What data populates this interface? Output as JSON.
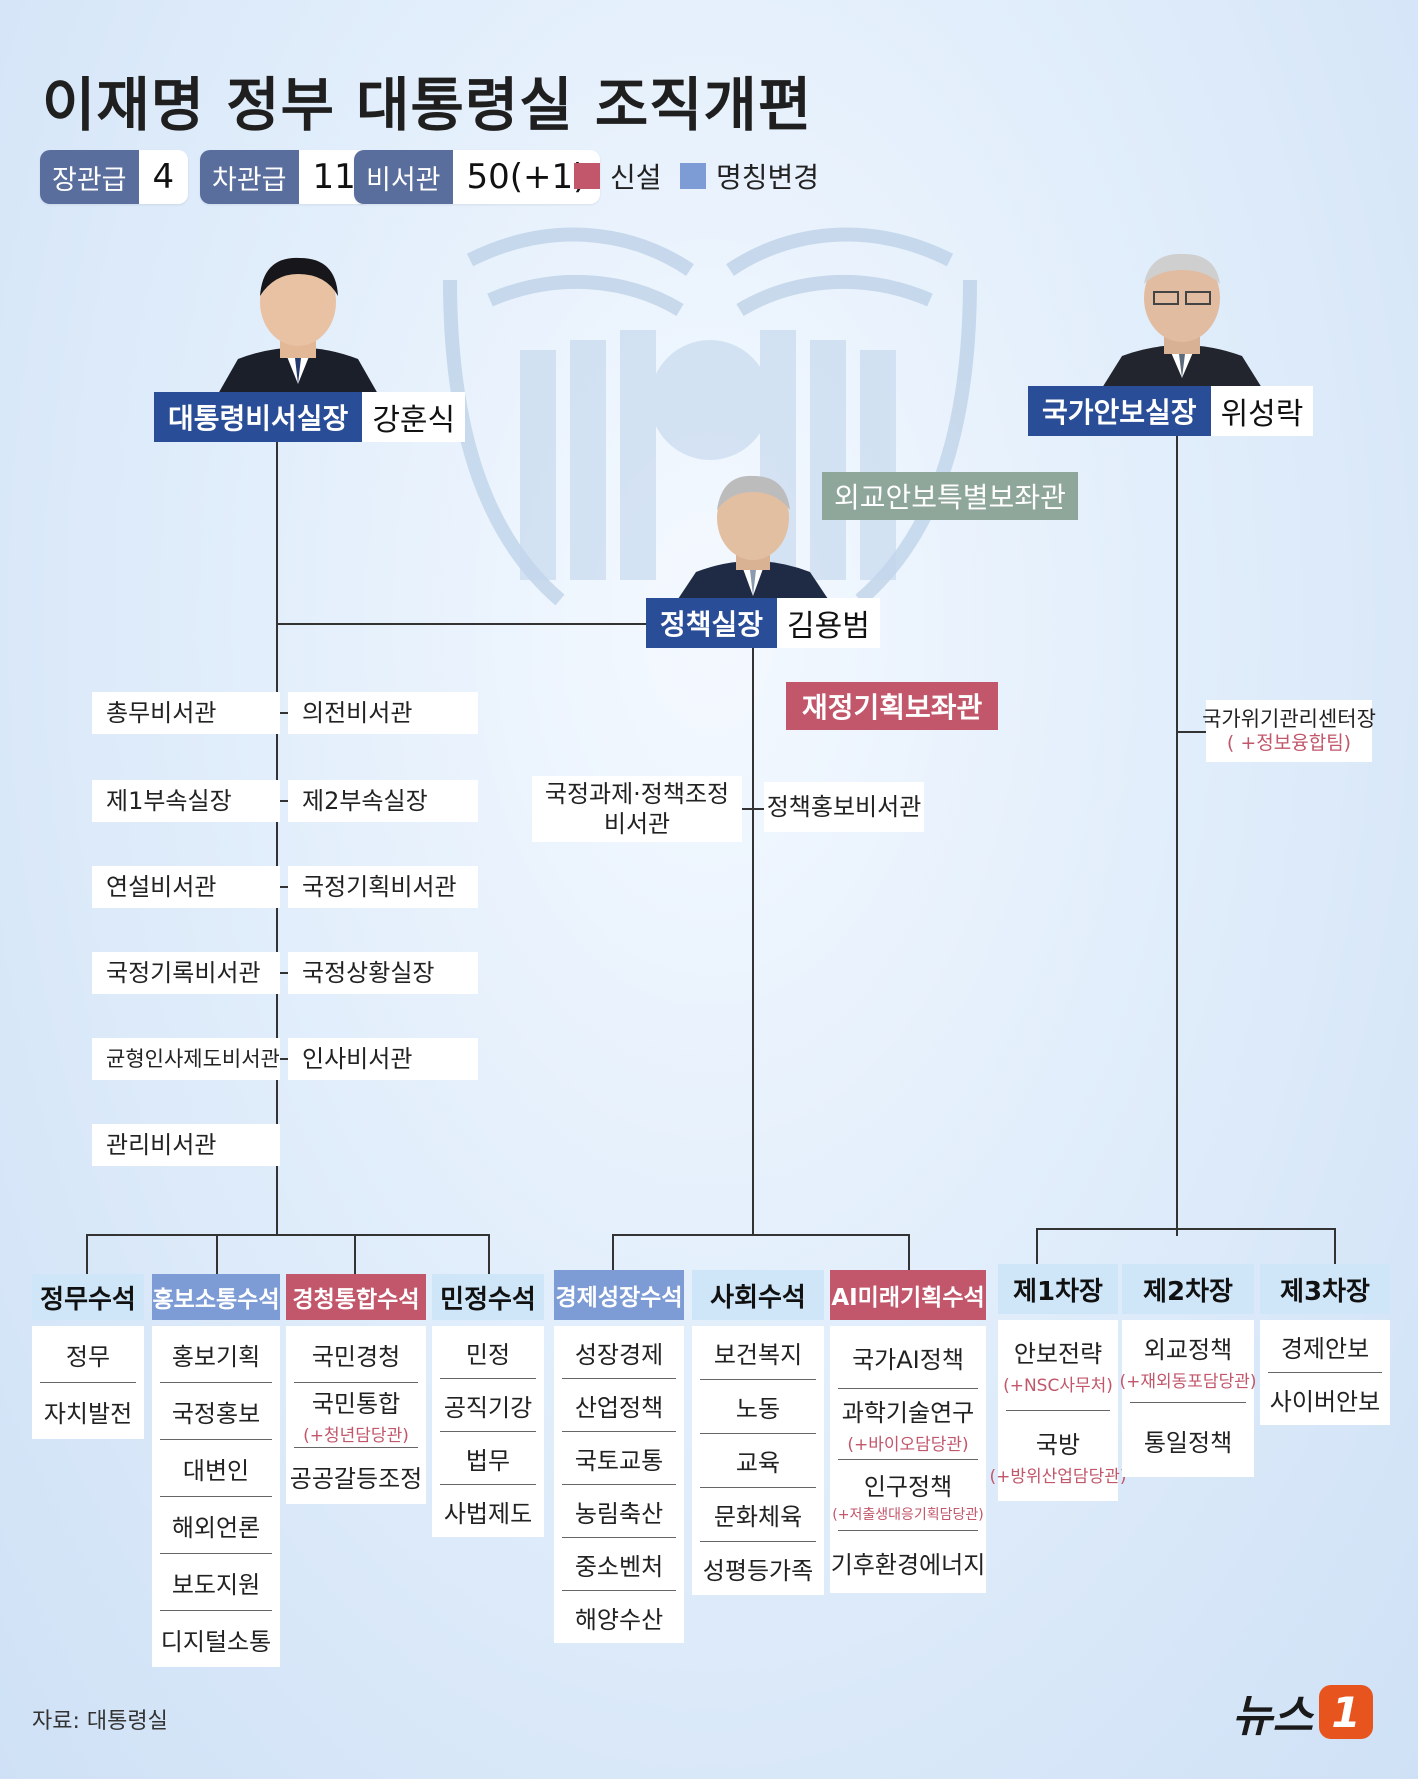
{
  "title": "이재명 정부 대통령실 조직개편",
  "stats": [
    {
      "label": "장관급",
      "value": "4"
    },
    {
      "label": "차관급",
      "value": "11"
    },
    {
      "label": "비서관",
      "value": "50(+1)"
    }
  ],
  "legend": [
    {
      "label": "신설",
      "color": "#c2566a"
    },
    {
      "label": "명칭변경",
      "color": "#7d9bd4"
    }
  ],
  "chief_of_staff": {
    "role": "대통령비서실장",
    "name": "강훈식"
  },
  "national_security": {
    "role": "국가안보실장",
    "name": "위성락"
  },
  "policy_chief": {
    "role": "정책실장",
    "name": "김용범"
  },
  "special_advisor": "외교안보특별보좌관",
  "fiscal_advisor": "재정기획보좌관",
  "crisis_center": {
    "line1": "국가위기관리센터장",
    "line2": "( +정보융합팀)"
  },
  "cos_secretaries": {
    "left": [
      "총무비서관",
      "제1부속실장",
      "연설비서관",
      "국정기록비서관",
      "균형인사제도비서관",
      "관리비서관"
    ],
    "right": [
      "의전비서관",
      "제2부속실장",
      "국정기획비서관",
      "국정상황실장",
      "인사비서관"
    ]
  },
  "policy_secretaries": {
    "left": {
      "line1": "국정과제·정책조정",
      "line2": "비서관"
    },
    "right": "정책홍보비서관"
  },
  "columns": [
    {
      "head": "정무수석",
      "type": "plain",
      "items": [
        {
          "t": "정무"
        },
        {
          "t": "자치발전"
        }
      ]
    },
    {
      "head": "홍보소통수석",
      "type": "rename",
      "items": [
        {
          "t": "홍보기획"
        },
        {
          "t": "국정홍보"
        },
        {
          "t": "대변인"
        },
        {
          "t": "해외언론"
        },
        {
          "t": "보도지원"
        },
        {
          "t": "디지털소통"
        }
      ]
    },
    {
      "head": "경청통합수석",
      "type": "new",
      "items": [
        {
          "t": "국민경청"
        },
        {
          "t": "국민통합",
          "s": "(+청년담당관)"
        },
        {
          "t": "공공갈등조정"
        }
      ]
    },
    {
      "head": "민정수석",
      "type": "plain",
      "items": [
        {
          "t": "민정"
        },
        {
          "t": "공직기강"
        },
        {
          "t": "법무"
        },
        {
          "t": "사법제도"
        }
      ]
    },
    {
      "head": "경제성장수석",
      "type": "rename",
      "items": [
        {
          "t": "성장경제"
        },
        {
          "t": "산업정책"
        },
        {
          "t": "국토교통"
        },
        {
          "t": "농림축산"
        },
        {
          "t": "중소벤처"
        },
        {
          "t": "해양수산"
        }
      ]
    },
    {
      "head": "사회수석",
      "type": "plain",
      "items": [
        {
          "t": "보건복지"
        },
        {
          "t": "노동"
        },
        {
          "t": "교육"
        },
        {
          "t": "문화체육"
        },
        {
          "t": "성평등가족"
        }
      ]
    },
    {
      "head": "AI미래기획수석",
      "type": "new",
      "items": [
        {
          "t": "국가AI정책"
        },
        {
          "t": "과학기술연구",
          "s": "(+바이오담당관)"
        },
        {
          "t": "인구정책",
          "s": "(+저출생대응기획담당관)"
        },
        {
          "t": "기후환경에너지"
        }
      ]
    },
    {
      "head": "제1차장",
      "type": "plain",
      "items": [
        {
          "t": "안보전략",
          "s": "(+NSC사무처)"
        },
        {
          "t": "국방",
          "s": "(+방위산업담당관)"
        }
      ]
    },
    {
      "head": "제2차장",
      "type": "plain",
      "items": [
        {
          "t": "외교정책",
          "s": "(+재외동포담당관)"
        },
        {
          "t": "통일정책"
        }
      ]
    },
    {
      "head": "제3차장",
      "type": "plain",
      "items": [
        {
          "t": "경제안보"
        },
        {
          "t": "사이버안보"
        }
      ]
    }
  ],
  "source": "자료: 대통령실",
  "logo": {
    "text": "뉴스",
    "mark": "1"
  }
}
